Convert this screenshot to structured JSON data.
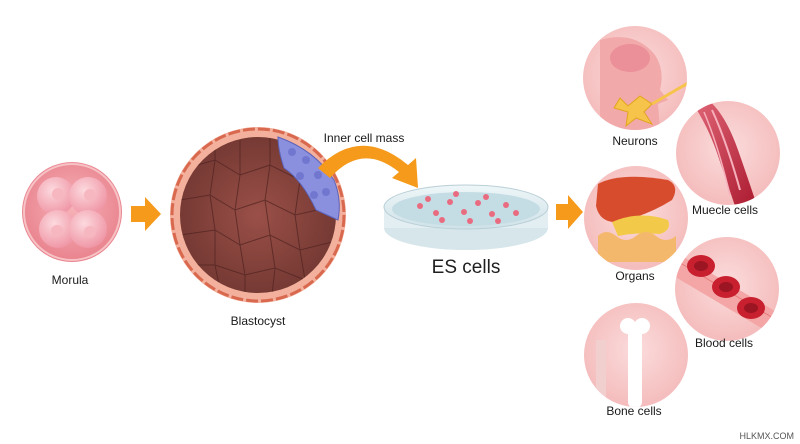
{
  "labels": {
    "morula": "Morula",
    "blastocyst": "Blastocyst",
    "inner_cell_mass": "Inner cell mass",
    "es_cells": "ES cells",
    "neurons": "Neurons",
    "muscle_cells": "Muecle cells",
    "organs": "Organs",
    "blood_cells": "Blood cells",
    "bone_cells": "Bone cells"
  },
  "watermark": "HLKMX.COM",
  "colors": {
    "arrow": "#f59a1b",
    "bubble": "#f7c9c9",
    "inner_mass": "#7f86d6",
    "blastocyst_wall": "#e8836b",
    "cells_interior": "#8a4a42"
  },
  "icons": [
    "morula-icon",
    "blastocyst-icon",
    "petri-dish-icon",
    "neuron-icon",
    "muscle-icon",
    "organs-icon",
    "blood-cells-icon",
    "bone-icon"
  ]
}
